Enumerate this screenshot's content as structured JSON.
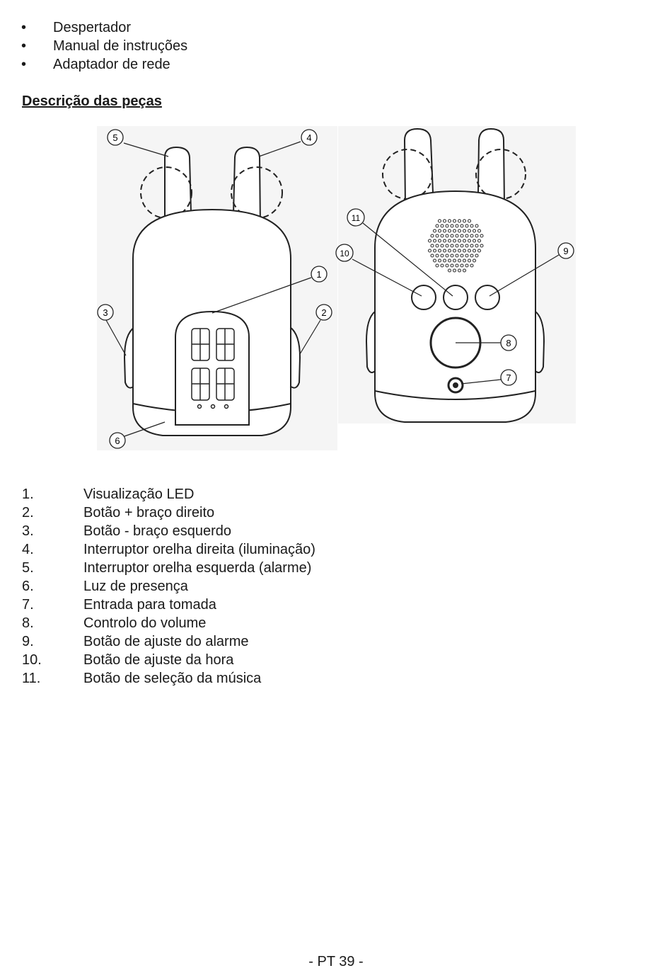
{
  "contents": [
    {
      "bullet": "•",
      "text": "Despertador"
    },
    {
      "bullet": "•",
      "text": "Manual de instruções"
    },
    {
      "bullet": "•",
      "text": "Adaptador de rede"
    }
  ],
  "section_title": "Descrição das peças",
  "callouts": [
    "1",
    "2",
    "3",
    "4",
    "5",
    "6",
    "7",
    "8",
    "9",
    "10",
    "11"
  ],
  "parts": [
    {
      "num": "1.",
      "label": "Visualização LED"
    },
    {
      "num": "2.",
      "label": "Botão + braço direito"
    },
    {
      "num": "3.",
      "label": "Botão - braço esquerdo"
    },
    {
      "num": "4.",
      "label": "Interruptor orelha direita (iluminação)"
    },
    {
      "num": "5.",
      "label": "Interruptor orelha esquerda (alarme)"
    },
    {
      "num": "6.",
      "label": "Luz de presença"
    },
    {
      "num": "7.",
      "label": "Entrada para tomada"
    },
    {
      "num": "8.",
      "label": "Controlo do volume"
    },
    {
      "num": "9.",
      "label": "Botão de ajuste do alarme"
    },
    {
      "num": "10.",
      "label": "Botão de ajuste da hora"
    },
    {
      "num": "11.",
      "label": "Botão de seleção da música"
    }
  ],
  "page_number": "- PT 39 -"
}
